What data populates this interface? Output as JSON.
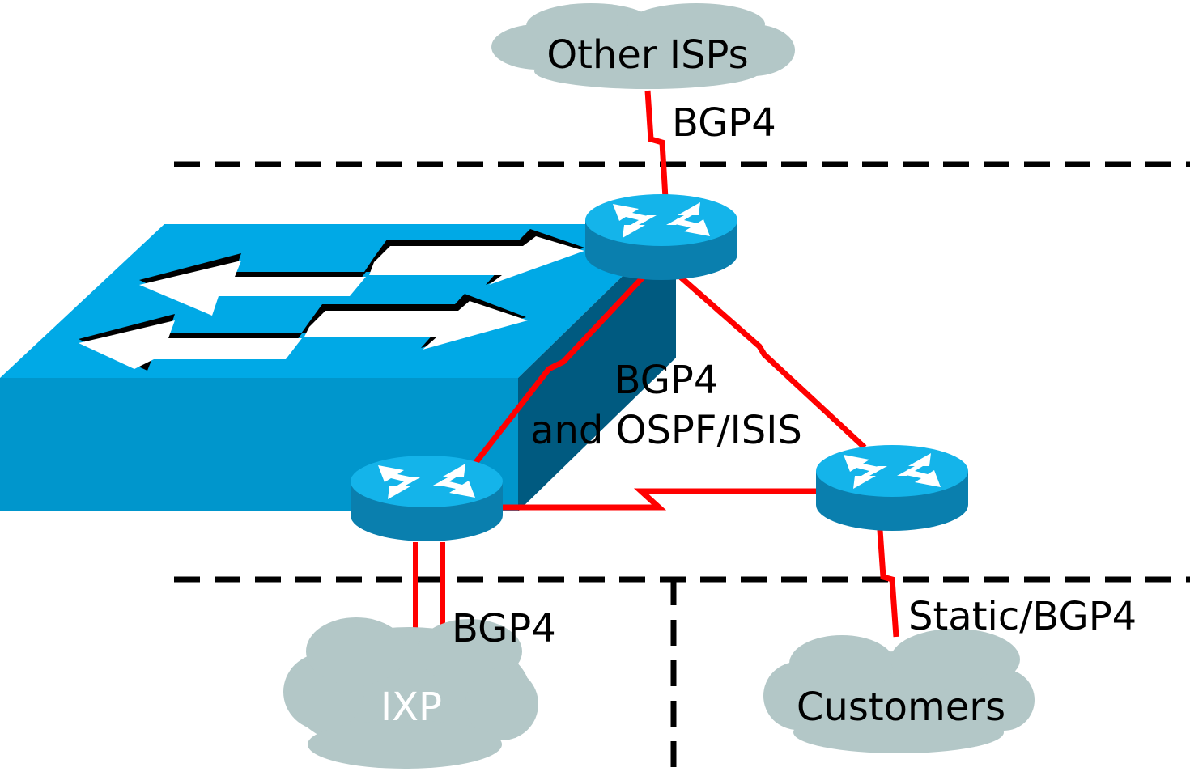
{
  "clouds": {
    "other_isps": "Other ISPs",
    "ixp": "IXP",
    "customers": "Customers"
  },
  "links": {
    "upstream_label": "BGP4",
    "core_label_line1": "BGP4",
    "core_label_line2": "and OSPF/ISIS",
    "ixp_label": "BGP4",
    "customer_label": "Static/BGP4"
  },
  "colors": {
    "link": "#ff0000",
    "cloud": "#b3c7c7",
    "switch_top": "#00a9e6",
    "switch_front": "#0096cc",
    "switch_side": "#005a80",
    "router_top": "#14b4ea",
    "router_side": "#0a7fae"
  },
  "icons": [
    "cloud-icon",
    "switch-icon",
    "router-icon"
  ]
}
